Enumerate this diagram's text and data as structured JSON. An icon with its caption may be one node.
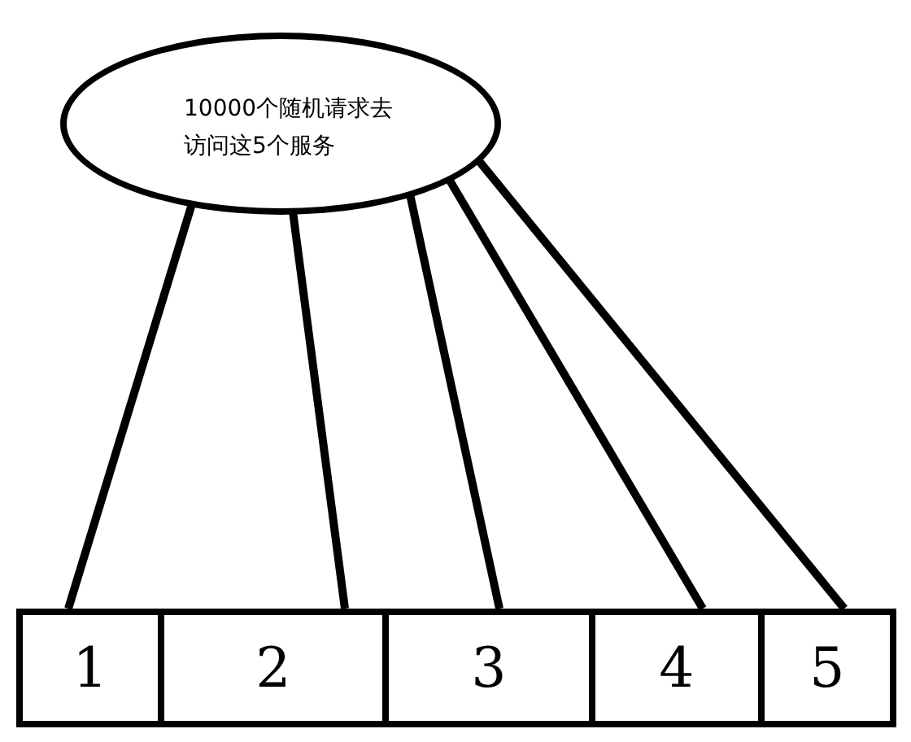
{
  "diagram": {
    "nodes": [
      {
        "text": [
          "10000个随机请求去访问这5个服务"
        ]
      },
      {
        "text": [
          "1"
        ]
      },
      {
        "text": [
          "2"
        ]
      },
      {
        "text": [
          "3"
        ]
      },
      {
        "text": [
          "4"
        ]
      },
      {
        "text": [
          "5"
        ]
      }
    ],
    "edges": [
      {
        "from": 0,
        "to": 1,
        "arrow": "none"
      },
      {
        "from": 0,
        "to": 2,
        "arrow": "none"
      },
      {
        "from": 0,
        "to": 3,
        "arrow": "none"
      },
      {
        "from": 0,
        "to": 4,
        "arrow": "none"
      },
      {
        "from": 0,
        "to": 5,
        "arrow": "none"
      }
    ]
  }
}
